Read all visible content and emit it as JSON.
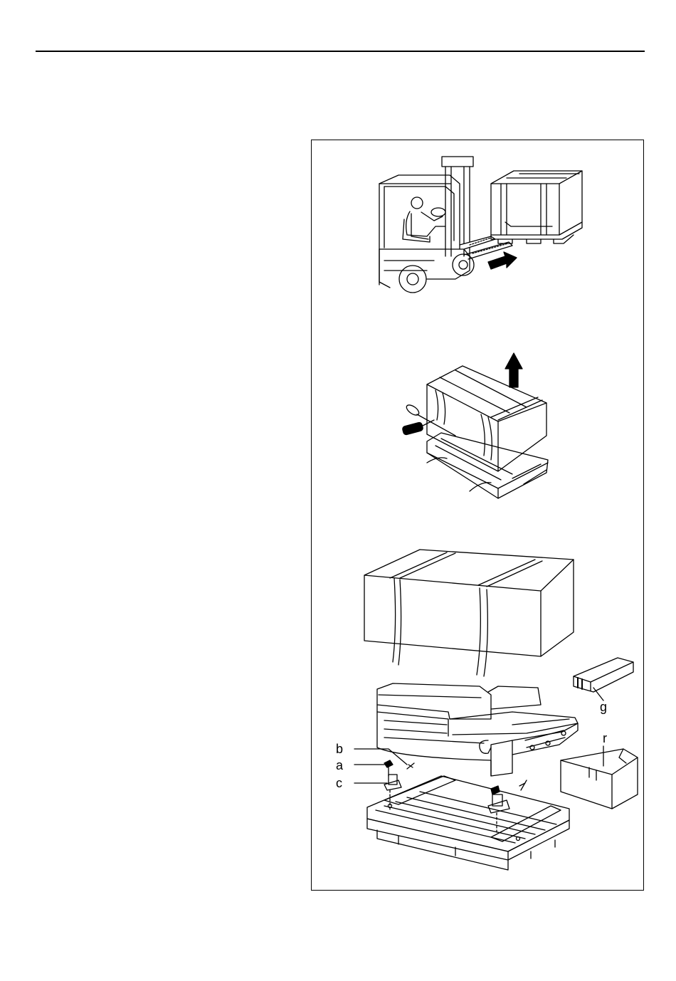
{
  "figure": {
    "callouts": {
      "b": "b",
      "a": "a",
      "c": "c",
      "g": "g",
      "r": "r"
    }
  },
  "colors": {
    "ink": "#000000",
    "paper": "#ffffff"
  }
}
